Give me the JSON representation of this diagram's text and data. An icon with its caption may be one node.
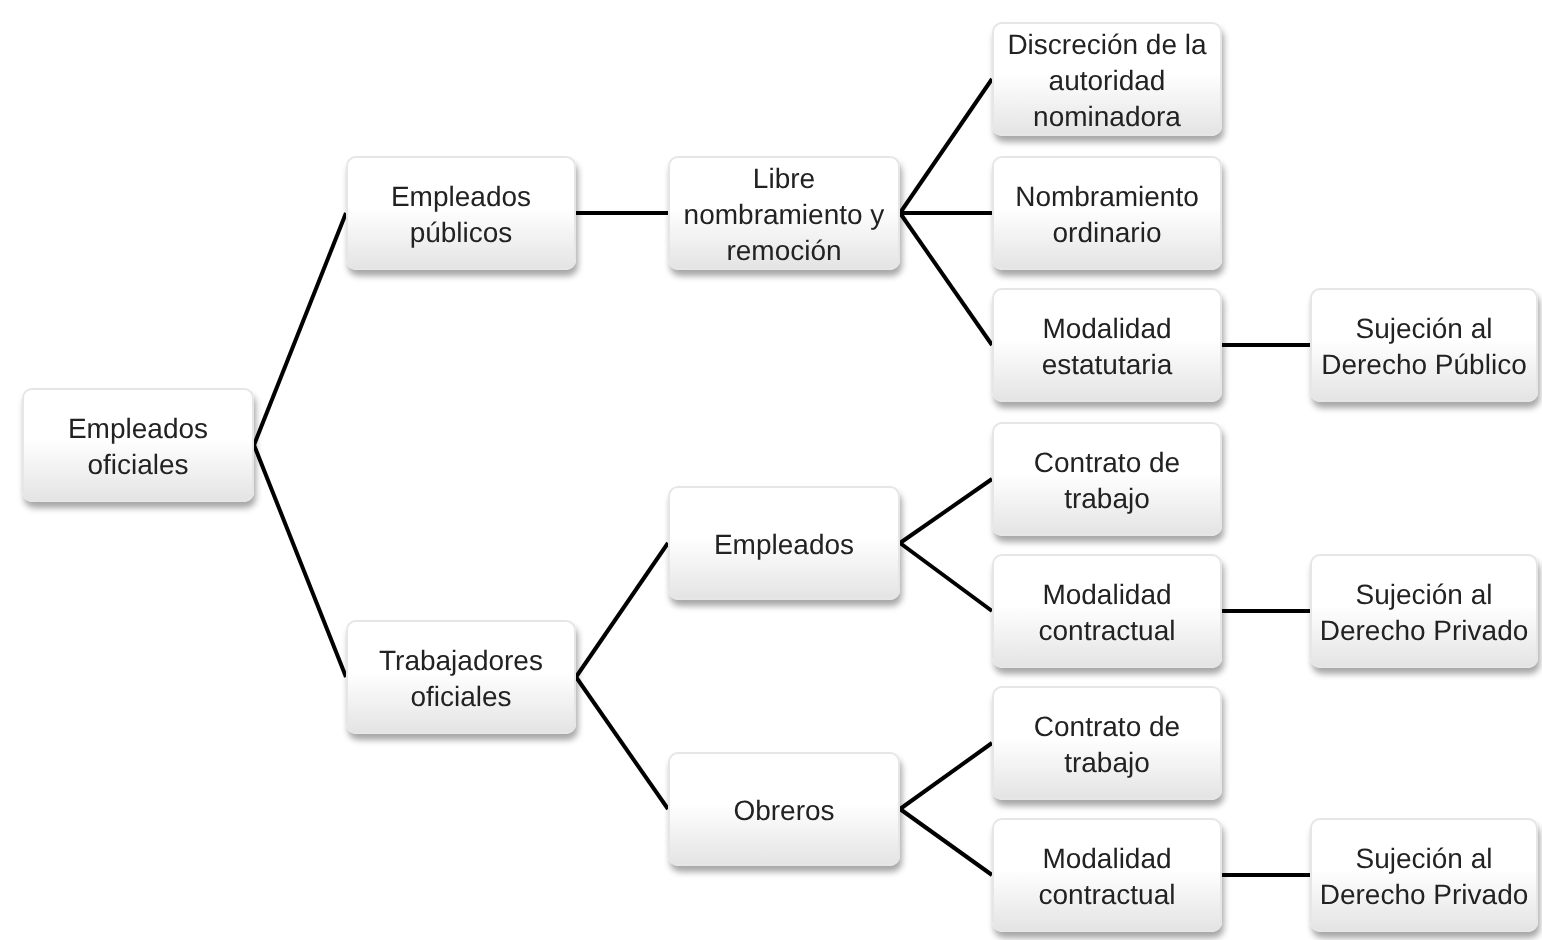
{
  "diagram": {
    "nodes": [
      {
        "text": [
          "Empleados oficiales"
        ]
      },
      {
        "text": [
          "Empleados públicos"
        ]
      },
      {
        "text": [
          "Libre nombramiento y remoción"
        ]
      },
      {
        "text": [
          "Discreción de la autoridad nominadora"
        ]
      },
      {
        "text": [
          "Nombramiento ordinario"
        ]
      },
      {
        "text": [
          "Modalidad estatutaria"
        ]
      },
      {
        "text": [
          "Sujeción al Derecho Público"
        ]
      },
      {
        "text": [
          "Trabajadores oficiales"
        ]
      },
      {
        "text": [
          "Empleados"
        ]
      },
      {
        "text": [
          "Contrato de trabajo"
        ]
      },
      {
        "text": [
          "Modalidad contractual"
        ]
      },
      {
        "text": [
          "Sujeción al Derecho Privado"
        ]
      },
      {
        "text": [
          "Obreros"
        ]
      },
      {
        "text": [
          "Contrato de trabajo"
        ]
      },
      {
        "text": [
          "Modalidad contractual"
        ]
      },
      {
        "text": [
          "Sujeción al Derecho Privado"
        ]
      }
    ],
    "edges": [
      {
        "from": 0,
        "to": 1,
        "arrow": "none"
      },
      {
        "from": 0,
        "to": 7,
        "arrow": "none"
      },
      {
        "from": 1,
        "to": 2,
        "arrow": "none"
      },
      {
        "from": 2,
        "to": 3,
        "arrow": "none"
      },
      {
        "from": 2,
        "to": 4,
        "arrow": "none"
      },
      {
        "from": 2,
        "to": 5,
        "arrow": "none"
      },
      {
        "from": 5,
        "to": 6,
        "arrow": "none"
      },
      {
        "from": 7,
        "to": 8,
        "arrow": "none"
      },
      {
        "from": 7,
        "to": 12,
        "arrow": "none"
      },
      {
        "from": 8,
        "to": 9,
        "arrow": "none"
      },
      {
        "from": 8,
        "to": 10,
        "arrow": "none"
      },
      {
        "from": 10,
        "to": 11,
        "arrow": "none"
      },
      {
        "from": 12,
        "to": 13,
        "arrow": "none"
      },
      {
        "from": 12,
        "to": 14,
        "arrow": "none"
      },
      {
        "from": 14,
        "to": 15,
        "arrow": "none"
      }
    ]
  }
}
